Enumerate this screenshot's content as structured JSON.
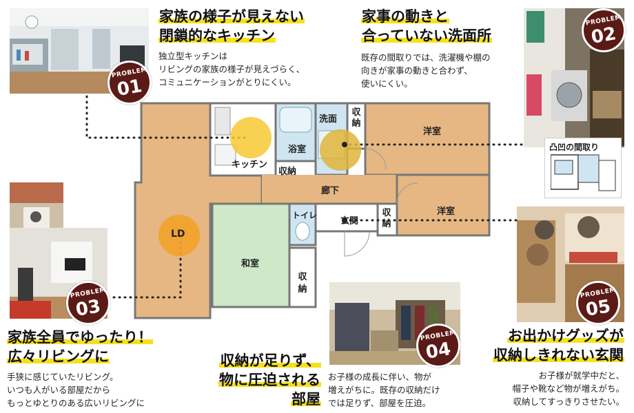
{
  "problems": [
    {
      "badge_label": "PROBLEM",
      "number": "01",
      "title_lines": [
        "家族の様子が見えない",
        "閉鎖的なキッチン"
      ],
      "body_lines": [
        "独立型キッチンは",
        "リビングの家族の様子が見えづらく、",
        "コミュニケーションがとりにくい。"
      ]
    },
    {
      "badge_label": "PROBLEM",
      "number": "02",
      "title_lines": [
        "家事の動きと",
        "合っていない洗面所"
      ],
      "body_lines": [
        "既存の間取りでは、洗濯機や棚の",
        "向きが家事の動きと合わず、",
        "使いにくい。"
      ],
      "photo_caption": "凸凹の間取り"
    },
    {
      "badge_label": "PROBLEM",
      "number": "03",
      "title_lines": [
        "家族全員でゆったり！",
        "広々リビングに"
      ],
      "body_lines": [
        "手狭に感じていたリビング。",
        "いつも人がいる部屋だから",
        "もっとゆとりのある広いリビングに"
      ]
    },
    {
      "badge_label": "PROBLEM",
      "number": "04",
      "title_lines": [
        "収納が足りず、",
        "物に圧迫される",
        "部屋"
      ],
      "body_lines": [
        "お子様の成長に伴い、物が",
        "増えがちに。既存の収納だけ",
        "では足りず、部屋を圧迫。"
      ]
    },
    {
      "badge_label": "PROBLEM",
      "number": "05",
      "title_lines": [
        "お出かけグッズが",
        "収納しきれない玄関"
      ],
      "body_lines": [
        "お子様が就学中だと、",
        "帽子や靴など物が増えがち。",
        "収納してすっきりさせたい。"
      ]
    }
  ],
  "floorplan": {
    "rooms": {
      "kitchen": "キッチン",
      "bath": "浴室",
      "washroom": "洗面",
      "storage1": "収納",
      "storage2": "収納",
      "western1": "洋室",
      "hallway": "廊下",
      "western2": "洋室",
      "toilet": "トイレ",
      "entrance": "玄関",
      "storage3": "収納",
      "ld": "LD",
      "japanese": "和室",
      "storage4": "収納"
    }
  },
  "colors": {
    "accent_yellow": "#f7e01b",
    "badge": "#5a1a16",
    "floor_wood": "#e6b782",
    "tatami": "#cfe8c8",
    "water": "#cfe6f2",
    "marker": "#f2a22a"
  }
}
